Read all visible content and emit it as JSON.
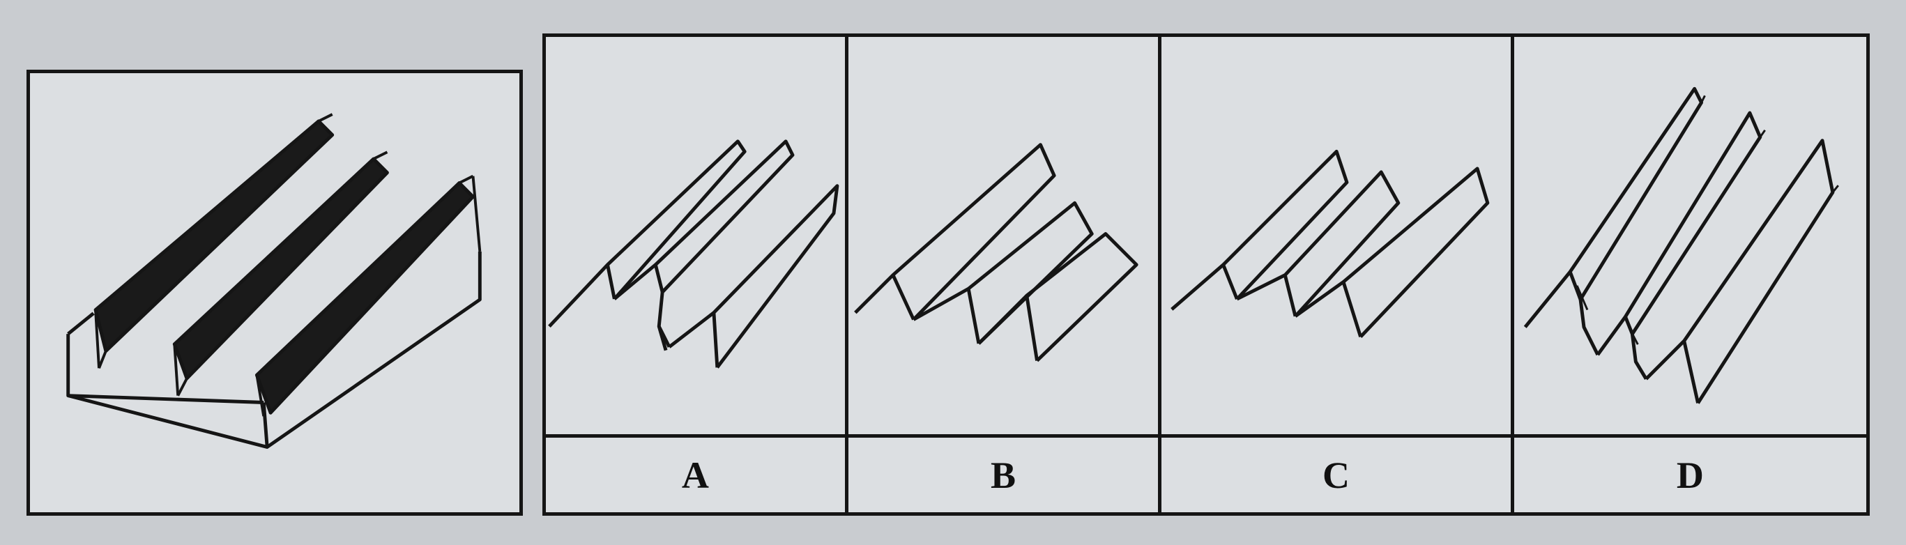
{
  "question": {
    "figure": "folded-solid-with-three-dark-fins"
  },
  "options": [
    {
      "label": "A",
      "figure": "three-ridge-outline-a"
    },
    {
      "label": "B",
      "figure": "three-ridge-outline-b"
    },
    {
      "label": "C",
      "figure": "three-ridge-outline-c"
    },
    {
      "label": "D",
      "figure": "three-ridge-outline-d"
    }
  ],
  "colors": {
    "ink": "#151515",
    "fill_dark": "#1a1a1a",
    "panel": "#dcdfe2",
    "background": "#c9ccd0"
  }
}
